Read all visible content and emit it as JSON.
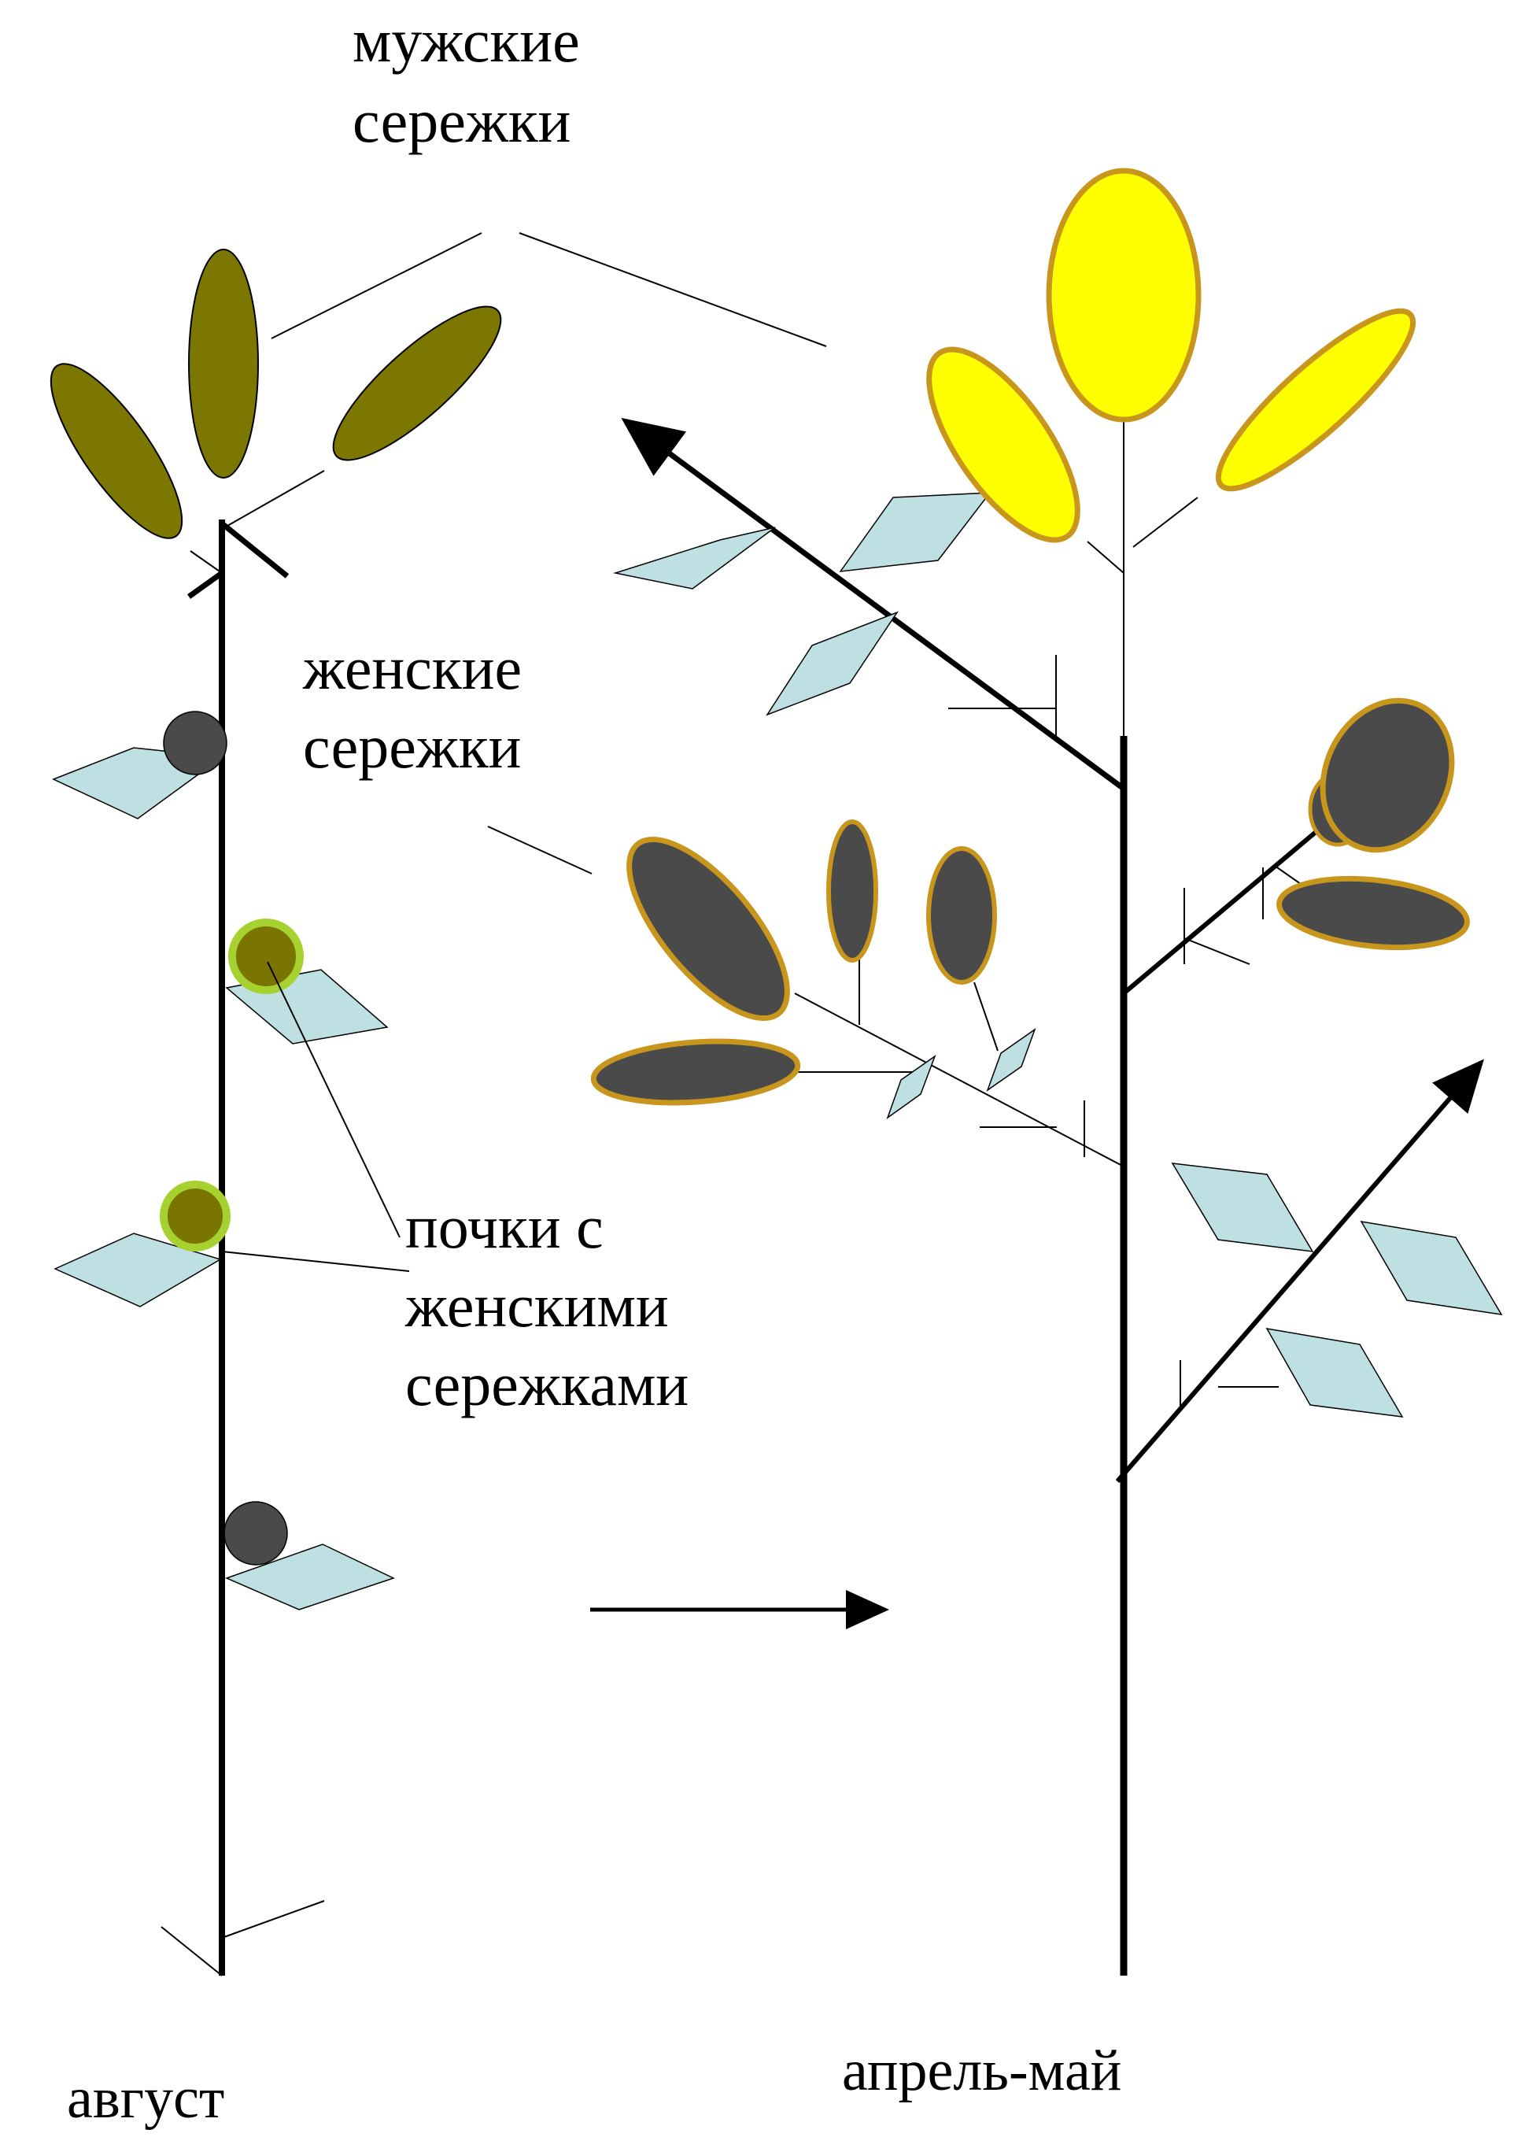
{
  "labels": {
    "male_catkins": [
      "мужские",
      "сережки"
    ],
    "female_catkins": [
      "женские",
      "сережки"
    ],
    "buds_with_female": [
      "почки с",
      "женскими",
      "сережками"
    ],
    "august": "август",
    "april_may": "апрель-май"
  },
  "colors": {
    "stem": "#000000",
    "leaf": "#bfe0e3",
    "olive_catkin": "#7b7700",
    "olive_bud": "#7a7400",
    "bud_rim": "#a6d12e",
    "dark_bud": "#4a4a4a",
    "yellow_catkin": "#ffff00",
    "gold_rim": "#c8961c"
  }
}
